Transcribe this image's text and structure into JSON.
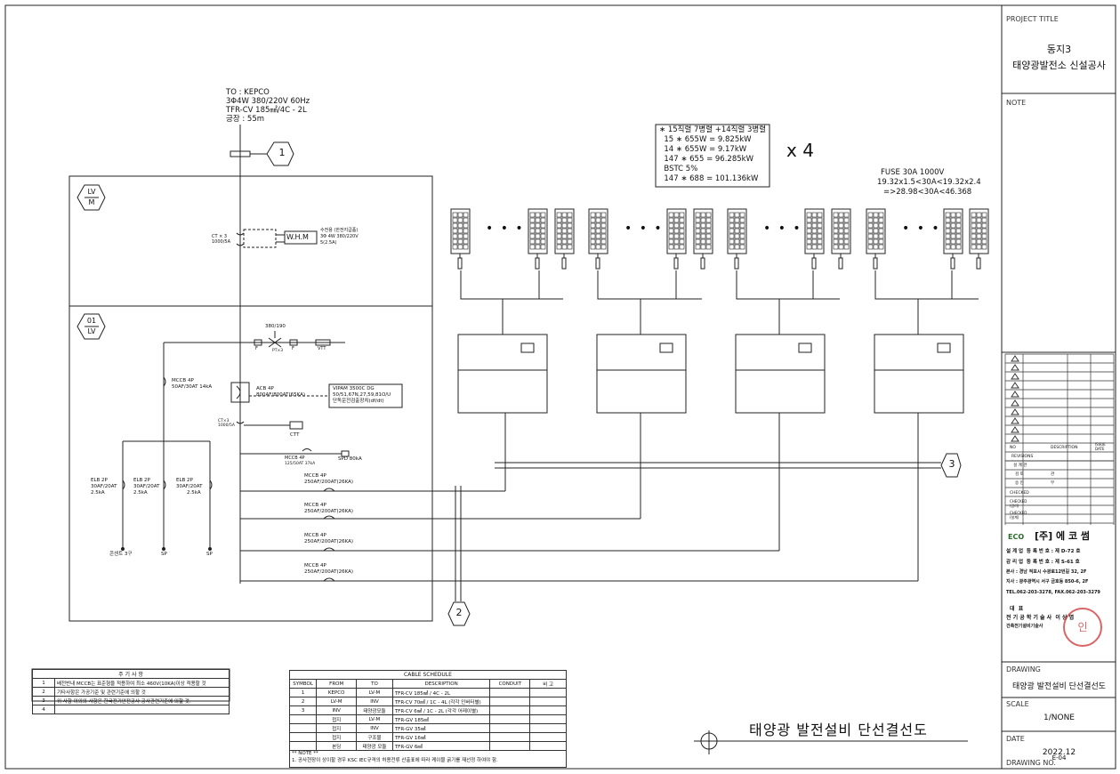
{
  "supply": {
    "title": "TO : KEPCO",
    "line1": "3Φ4W 380/220V 60Hz",
    "line2": "TFR-CV 185㎟/4C - 2L",
    "line3": "긍장 : 55m"
  },
  "markers": {
    "m1": "1",
    "m2": "2",
    "m3": "3"
  },
  "panels": {
    "lvm_top": "LV",
    "lvm_bottom": "M",
    "lv01_top": "01",
    "lv01_bottom": "LV"
  },
  "meter": {
    "ct": "CT × 3\n1000/5A",
    "whm": "W.H.M",
    "desc1": "수전용 (한전지급품)",
    "desc2": "3Φ 4W 380/220V",
    "desc3": "5(2.5A)"
  },
  "pt": {
    "ratio": "380/190",
    "label": "PT×3",
    "f1": "F",
    "f2": "F",
    "vtt": "VTT"
  },
  "acb": {
    "line1": "ACB 4P",
    "line2": "800AF/800AT(65KA)"
  },
  "vipam": {
    "line1": "VIPAM 3500C DG",
    "line2": "50/51,67N,27,59,81O/U",
    "line3": "단독운전검출장치(df/dt)"
  },
  "ct2": {
    "label": "CT×3\n1000/5A",
    "ctt": "CTT"
  },
  "mccb_main": {
    "line1": "MCCB 4P",
    "line2": "50AF/30AT 14kA"
  },
  "spd": {
    "mccb1": "MCCB 4P",
    "mccb2": "125/50AT 37kA",
    "spd": "SPD 80kA"
  },
  "feeders": [
    {
      "line1": "MCCB 4P",
      "line2": "250AF/200AT(26KA)"
    },
    {
      "line1": "MCCB 4P",
      "line2": "250AF/200AT(26KA)"
    },
    {
      "line1": "MCCB 4P",
      "line2": "250AF/200AT(26KA)"
    },
    {
      "line1": "MCCB 4P",
      "line2": "250AF/200AT(26KA)"
    }
  ],
  "elbs": [
    {
      "line1": "ELB 2P",
      "line2": "30AF/20AT",
      "line3": "2.5kA",
      "load": "콘센트 3구"
    },
    {
      "line1": "ELB 2P",
      "line2": "30AF/20AT",
      "line3": "2.5kA",
      "load": "SP"
    },
    {
      "line1": "ELB 2P",
      "line2": "30AF/20AT",
      "line3": "2.5kA",
      "load": "SP"
    }
  ],
  "pv_box": [
    "∗ 15직렬 7병렬 +14직렬 3병렬",
    "  15 ∗ 655W = 9.825kW",
    "  14 ∗ 655W = 9.17kW",
    "  147 ∗ 655 = 96.285kW",
    "  BSTC 5%",
    "  147 ∗ 688 = 101.136kW"
  ],
  "multiplier": "x 4",
  "fuse": {
    "line1": "FUSE 30A 1000V",
    "line2": "19.32x1.5<30A<19.32x2.4",
    "line3": "=>28.98<30A<46.368"
  },
  "dots": "• • •",
  "notes": {
    "title": "주 기 사 항",
    "rows": [
      {
        "no": "1",
        "text": "배전반내 MCCB는 표준형을 적용하여 최소 460V(10KA)이상 적용할 것"
      },
      {
        "no": "2",
        "text": "기타사항은 가공기준 및 관련기준에 의할 것"
      },
      {
        "no": "3",
        "text": "위 사항 이외의 사항은 한국전기안전공사 공사관련기준에 의할 것."
      },
      {
        "no": "4",
        "text": ""
      }
    ]
  },
  "cable": {
    "title": "CABLE SCHEDULE",
    "headers": [
      "SYMBOL",
      "FROM",
      "TO",
      "DESCRIPTION",
      "CONDUIT",
      "비 고"
    ],
    "rows": [
      {
        "sym": "1",
        "from": "KEPCO",
        "to": "LV-M",
        "desc": "TFR-CV 185㎟ / 4C - 2L"
      },
      {
        "sym": "2",
        "from": "LV-M",
        "to": "INV",
        "desc": "TFR-CV 70㎟ / 1C - 4L (각각 인버터별)"
      },
      {
        "sym": "3",
        "from": "INV",
        "to": "태양광모듈",
        "desc": "TFR-CV 6㎟ / 1C - 2L (각각 어레이별)"
      },
      {
        "sym": "",
        "from": "접지",
        "to": "LV-M",
        "desc": "TFR-GV 185㎟"
      },
      {
        "sym": "",
        "from": "접지",
        "to": "INV",
        "desc": "TFR-GV 35㎟"
      },
      {
        "sym": "",
        "from": "접지",
        "to": "구조물",
        "desc": "TFR-GV 16㎟"
      },
      {
        "sym": "",
        "from": "본딩",
        "to": "태양광 모듈",
        "desc": "TFR-GV 6㎟"
      }
    ],
    "note_title": "** NOTE **",
    "note": "1. 공사현장이 상이할 경우 KSC IEC규격의 허용전류 산출표에 따라 케이블 굵기를 재선정 하여야 함."
  },
  "drawing_title": "태양광 발전설비 단선결선도",
  "title_block": {
    "project_label": "PROJECT TITLE",
    "project_line1": "동지3",
    "project_line2": "태양광발전소 신설공사",
    "note_label": "NOTE",
    "rev_no": "NO",
    "rev_desc": "DESCRIPTION",
    "rev_date": "ISSUE\nDATE",
    "revisions": "REVISIONS",
    "r1": "설 계 관",
    "r2": "검 토",
    "r2b": "관",
    "r3": "승 인",
    "r3b": "부",
    "checked1": "CHECKED",
    "checked2": "CHECKED\n(감리)",
    "checked3": "CHECKED\n(설계)",
    "company": "[주] 에 코 썸",
    "company_logo": "ECO",
    "reg1": "설 계 업  등 록 번 호 : 제 D-72 호",
    "reg2": "감 리 업  등 록 번 호 : 제 S-61 호",
    "addr1": "본사 : 경남 적포시 수광로12번길 32, 2F",
    "addr2": "지사 : 광주광역시 서구 금호동 850-6, 2F",
    "tel": "TEL.062-203-3278, FAX.062-203-3279",
    "rep1": "대  표",
    "rep2": "전 기 공 학 기 술 사  이 상 엽",
    "rep3": "건축전기설비기술사",
    "stamp": "인",
    "drawing_label": "DRAWING",
    "drawing_value": "태양광 발전설비 단선결선도",
    "scale_label": "SCALE",
    "scale_value": "1/NONE",
    "date_label": "DATE",
    "date_value": "2022.12",
    "no_label": "DRAWING NO.",
    "no_value": "E-04"
  }
}
